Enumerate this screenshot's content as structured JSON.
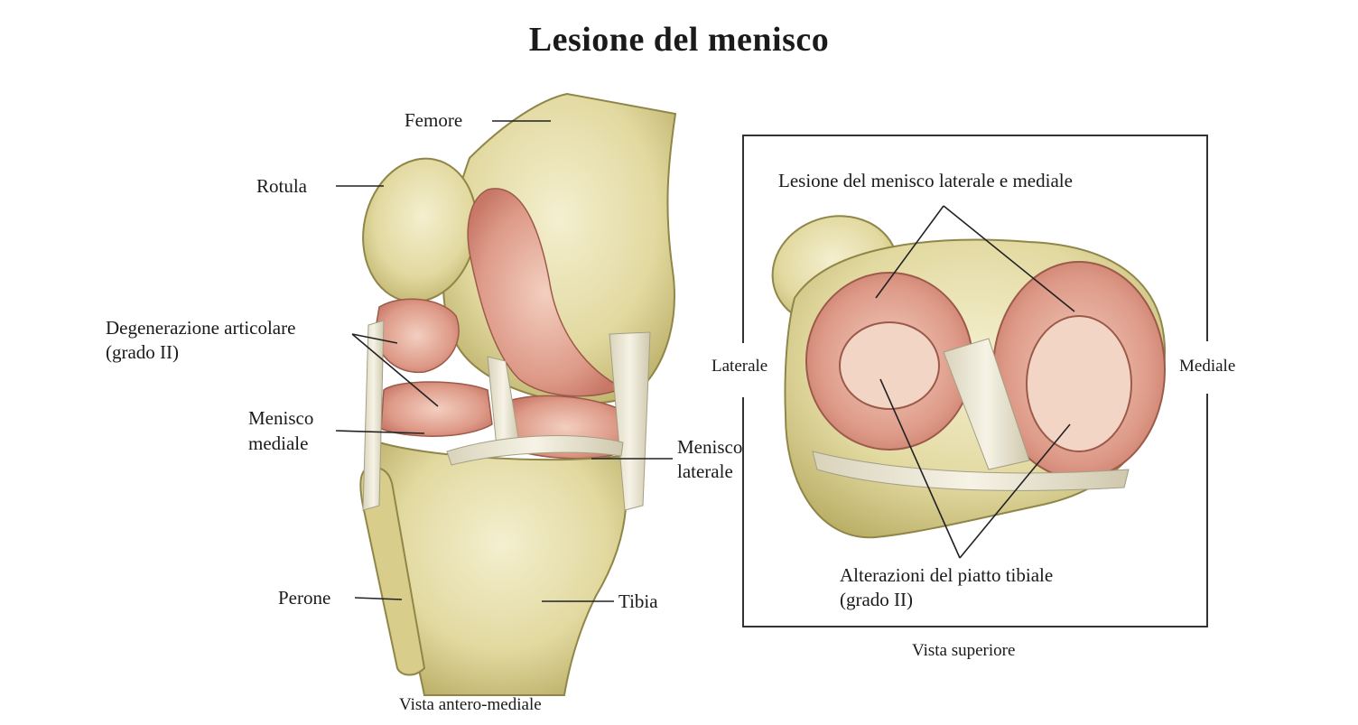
{
  "title": "Lesione del menisco",
  "left_view": {
    "caption": "Vista antero-mediale",
    "labels": {
      "femore": "Femore",
      "rotula": "Rotula",
      "degenerazione_line1": "Degenerazione articolare",
      "degenerazione_line2": "(grado II)",
      "menisco_mediale_line1": "Menisco",
      "menisco_mediale_line2": "mediale",
      "menisco_laterale_line1": "Menisco",
      "menisco_laterale_line2": "laterale",
      "perone": "Perone",
      "tibia": "Tibia"
    }
  },
  "right_view": {
    "caption": "Vista superiore",
    "labels": {
      "lesione": "Lesione del menisco laterale e mediale",
      "laterale": "Laterale",
      "mediale": "Mediale",
      "alterazioni_line1": "Alterazioni del piatto tibiale",
      "alterazioni_line2": "(grado II)"
    }
  },
  "colors": {
    "bone": "#e9e2b4",
    "bone_shade": "#b9b070",
    "cartilage": "#d98a7c",
    "cartilage_light": "#efc3b3",
    "ligament": "#f1ecdb",
    "line": "#222222"
  }
}
